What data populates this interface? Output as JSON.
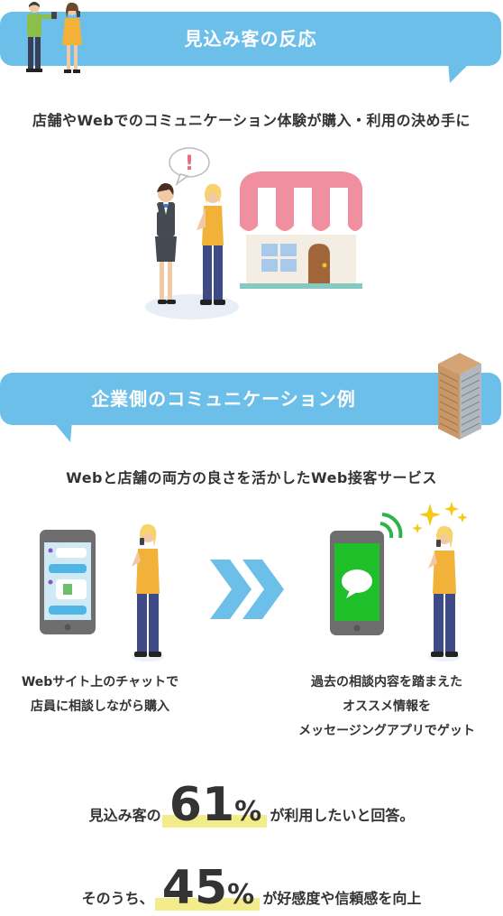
{
  "section1": {
    "banner": "見込み客の反応",
    "caption": "店舗やWebでのコミュニケーション体験が購入・利用の決め手に",
    "alert_mark": "!"
  },
  "section2": {
    "banner": "企業側のコミュニケーション例",
    "caption": "Webと店舗の両方の良さを活かしたWeb接客サービス",
    "left_caption_line1": "Webサイト上のチャットで",
    "left_caption_line2": "店員に相談しながら購入",
    "right_caption_line1": "過去の相談内容を踏まえた",
    "right_caption_line2": "オススメ情報を",
    "right_caption_line3": "メッセージングアプリでゲット"
  },
  "stats": {
    "stat1_before": "見込み客の",
    "stat1_value": "61",
    "stat1_unit": "%",
    "stat1_after": "が利用したいと回答。",
    "stat2_before": "そのうち、",
    "stat2_value": "45",
    "stat2_unit": "%",
    "stat2_after": "が好感度や信頼感を向上"
  },
  "colors": {
    "banner": "#6cbfe8",
    "highlight": "#f3ec8a",
    "awning": "#f08fa0",
    "chat_green": "#1fbf2a",
    "arrow": "#6cbfe8"
  },
  "icons": [
    "people-icon",
    "store-icon",
    "building-icon",
    "smartphone-chat-icon",
    "chevron-right-icon",
    "smartphone-message-icon",
    "sparkle-icon"
  ]
}
